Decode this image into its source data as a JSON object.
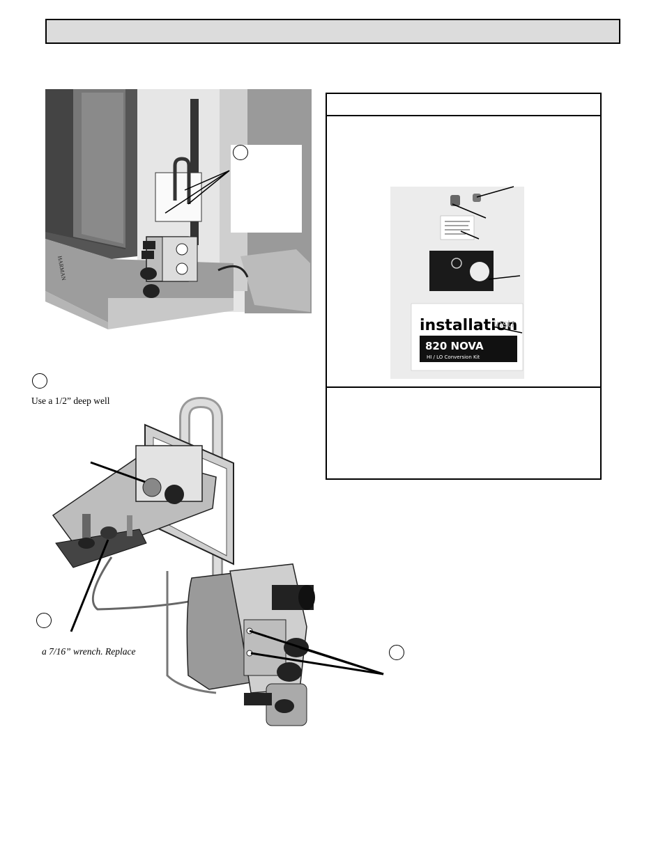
{
  "page": {
    "steps": {
      "step_a_number": "",
      "step_b_number": "",
      "step_c_number": "",
      "step_d_number": ""
    },
    "captions": {
      "deep_well": "Use a 1/2” deep well",
      "wrench": "a 7/16” wrench. Replace"
    },
    "kit_photo": {
      "booklet_title": "installation",
      "booklet_title_cut": "instr",
      "booklet_model": "820 NOVA",
      "booklet_subtitle": "HI / LO Conversion Kit"
    },
    "stove_brand": "HARMAN"
  }
}
